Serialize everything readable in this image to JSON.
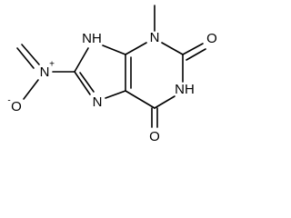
{
  "structure": {
    "atoms": {
      "n3": "N",
      "o2": "O",
      "nh1": "NH",
      "o6": "O",
      "n7": "N",
      "nh9": "NH",
      "n_nitro": "N",
      "n_nitro_charge": "+",
      "o_nitro": "O",
      "o_nitro_charge": "-"
    }
  }
}
